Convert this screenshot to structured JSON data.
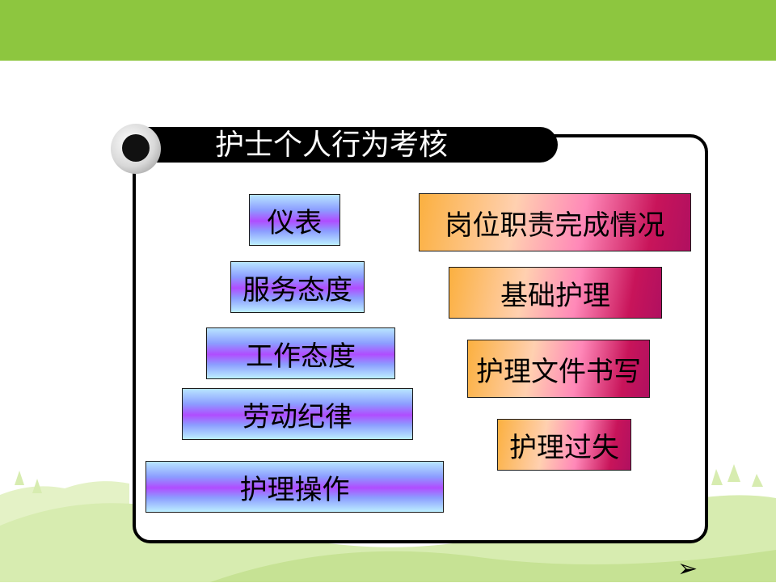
{
  "slide": {
    "title": "护士个人行为考核",
    "left_items": [
      "仪表",
      "服务态度",
      "工作态度",
      "劳动纪律",
      "护理操作"
    ],
    "right_items": [
      "岗位职责完成情况",
      "基础护理",
      "护理文件书写",
      "护理过失"
    ],
    "next_icon": "next-arrow-icon"
  },
  "colors": {
    "top_band": "#8dc63f",
    "hills": "#d7ecb0",
    "blue_box": "#8c9dff",
    "orange_box": "#fbb040"
  }
}
